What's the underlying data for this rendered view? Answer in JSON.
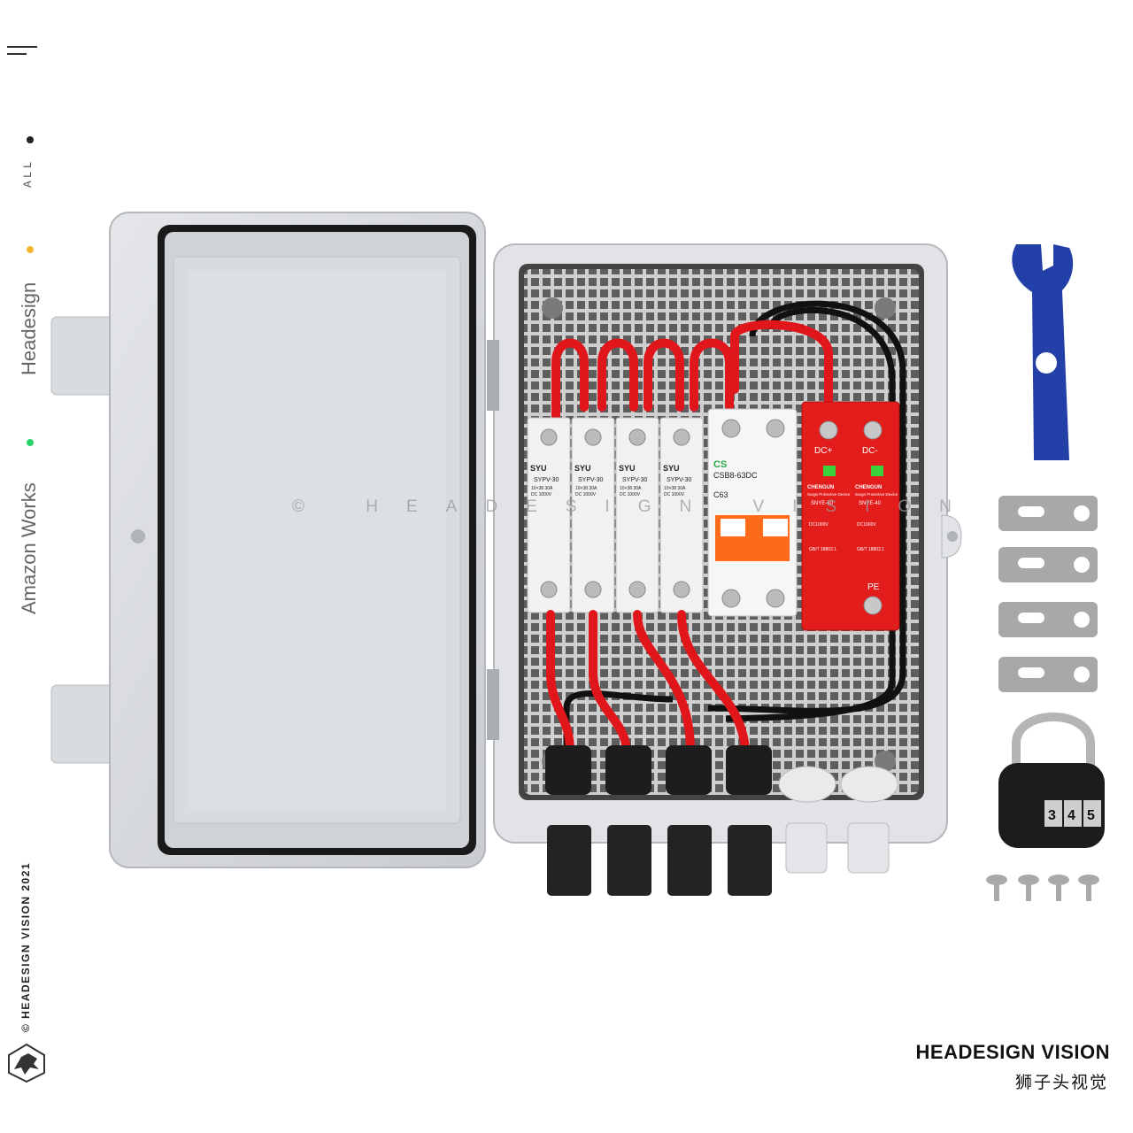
{
  "nav": {
    "all_label": "ALL",
    "headesign_label": "Headesign",
    "amazon_label": "Amazon Works",
    "dot_colors": [
      "#222222",
      "#f2b533",
      "#29d36a"
    ]
  },
  "footer": {
    "copyright": "© HEADESIGN VISION 2021",
    "logo_icon": "lion-head-icon"
  },
  "watermark": "© HEADESIGN VISION",
  "brand": {
    "name_en": "HEADESIGN VISION",
    "name_cn": "狮子头视觉"
  },
  "product": {
    "fuse_brand": "SYU",
    "fuse_model": "SYPV-30",
    "fuse_spec": "10×38    30A",
    "fuse_voltage": "DC 1000V",
    "breaker_brand": "CS",
    "breaker_model": "CSB8-63DC",
    "breaker_rating": "C63",
    "spd_brand": "CHENGUN",
    "spd_type": "Surge Protective Device",
    "spd_model": "SNYE-40",
    "spd_voltage": "DC1000V",
    "spd_standard": "GB/T 18802.1",
    "spd_plus": "DC+",
    "spd_minus": "DC-",
    "spd_pe": "PE",
    "lock_digits": [
      "3",
      "4",
      "5"
    ]
  }
}
